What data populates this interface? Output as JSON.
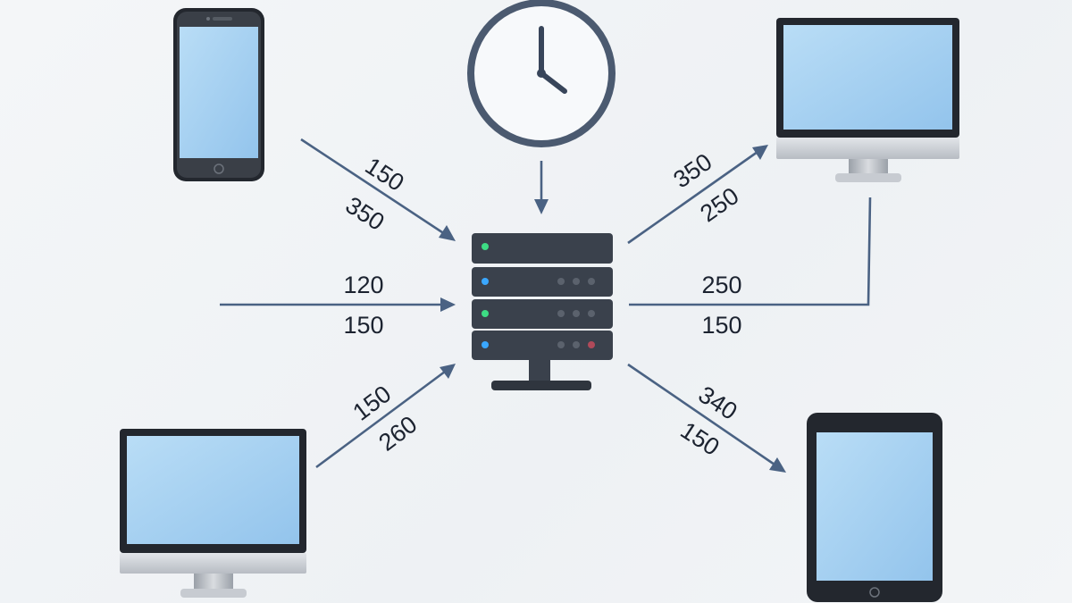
{
  "colors": {
    "arrow": "#4a6283",
    "device_frame": "#23272e",
    "screen": "#a9d3f2",
    "server_body": "#3a414c",
    "clock": "#4b5a70",
    "label": "#1c2330"
  },
  "icons": [
    "smartphone-icon",
    "clock-icon",
    "monitor-icon",
    "server-icon",
    "tablet-icon"
  ],
  "flows": [
    {
      "id": "phone-to-server",
      "labels": [
        "150",
        "350"
      ]
    },
    {
      "id": "left-to-server",
      "labels": [
        "120",
        "150"
      ]
    },
    {
      "id": "monitor-left-to-server",
      "labels": [
        "150",
        "260"
      ]
    },
    {
      "id": "server-to-monitor-right",
      "labels": [
        "350",
        "250"
      ]
    },
    {
      "id": "server-to-monitor-right-elbow",
      "labels": [
        "250",
        "150"
      ]
    },
    {
      "id": "server-to-tablet",
      "labels": [
        "340",
        "150"
      ]
    }
  ]
}
